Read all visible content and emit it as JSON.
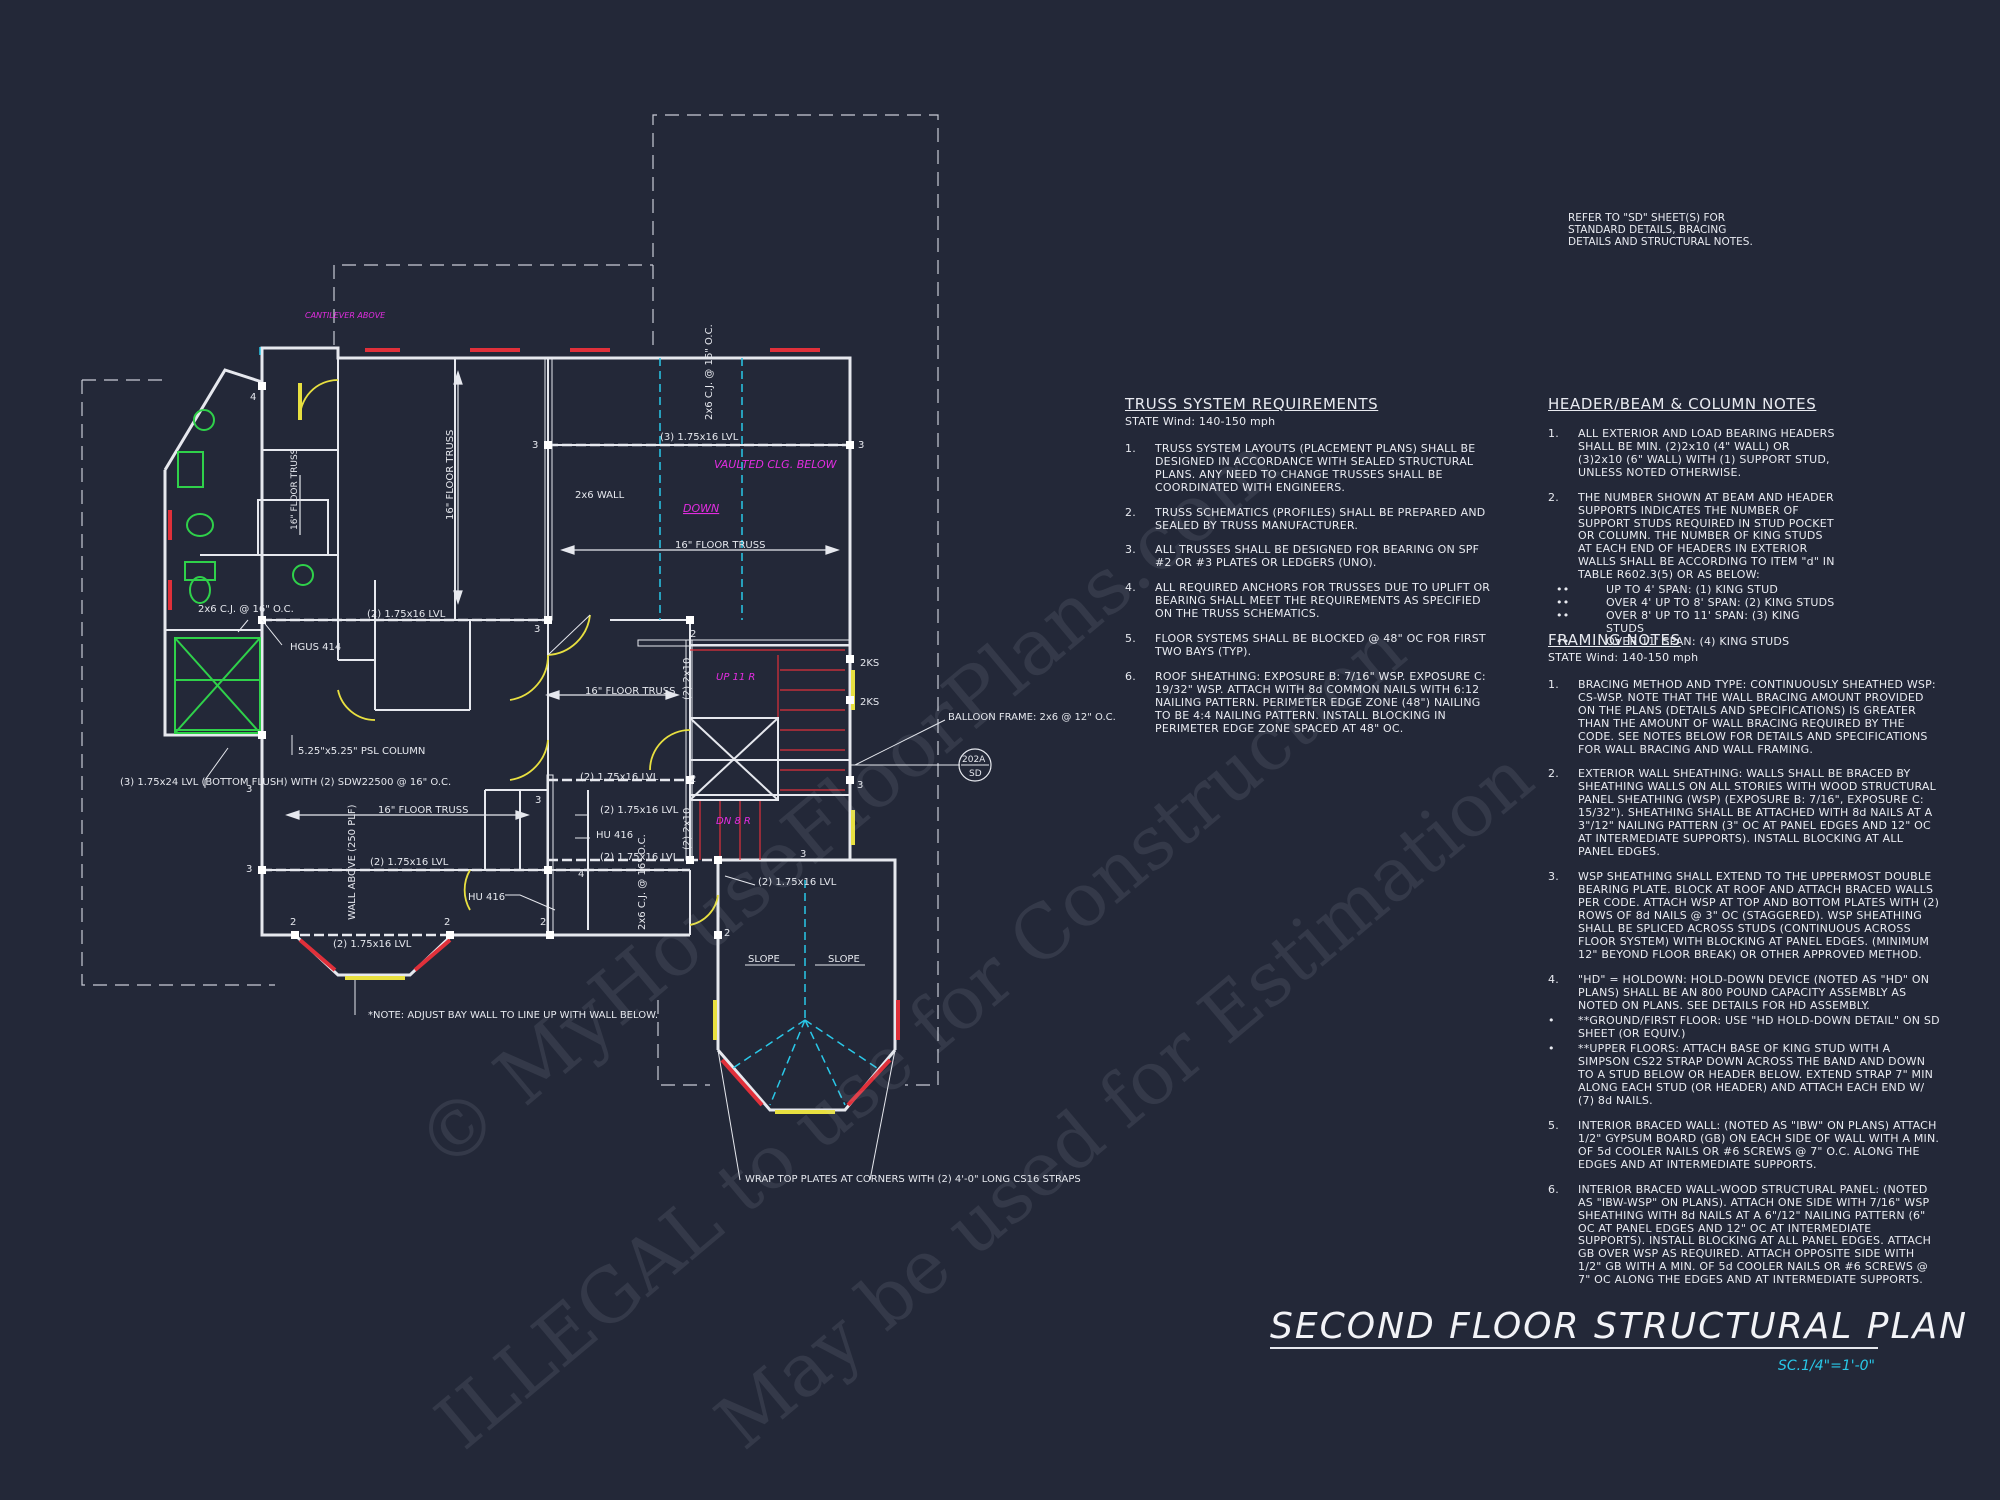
{
  "plan": {
    "title": "SECOND FLOOR STRUCTURAL PLAN",
    "scale": "SC.1/4\"=1'-0\""
  },
  "reference_note": "REFER TO \"SD\" SHEET(S) FOR STANDARD DETAILS, BRACING DETAILS AND STRUCTURAL NOTES.",
  "truss_notes": {
    "heading": "TRUSS SYSTEM REQUIREMENTS",
    "subheading": "STATE Wind: 140-150 mph",
    "items": [
      {
        "num": "1.",
        "text": "TRUSS SYSTEM LAYOUTS (PLACEMENT PLANS) SHALL BE DESIGNED IN ACCORDANCE WITH SEALED STRUCTURAL PLANS. ANY NEED TO CHANGE TRUSSES SHALL BE COORDINATED WITH ENGINEERS."
      },
      {
        "num": "2.",
        "text": "TRUSS SCHEMATICS (PROFILES) SHALL BE PREPARED AND SEALED BY TRUSS MANUFACTURER."
      },
      {
        "num": "3.",
        "text": "ALL TRUSSES SHALL BE DESIGNED FOR BEARING ON SPF #2 OR #3 PLATES OR LEDGERS (UNO)."
      },
      {
        "num": "4.",
        "text": "ALL REQUIRED ANCHORS FOR TRUSSES DUE TO UPLIFT OR BEARING SHALL MEET THE REQUIREMENTS AS SPECIFIED ON THE TRUSS SCHEMATICS."
      },
      {
        "num": "5.",
        "text": "FLOOR SYSTEMS SHALL BE BLOCKED @ 48\" OC FOR FIRST TWO BAYS (TYP)."
      },
      {
        "num": "6.",
        "text": "ROOF SHEATHING: EXPOSURE B: 7/16\" WSP. EXPOSURE C: 19/32\" WSP. ATTACH WITH 8d COMMON NAILS WITH 6:12 NAILING PATTERN. PERIMETER EDGE ZONE (48\") NAILING TO BE 4:4 NAILING PATTERN. INSTALL BLOCKING IN PERIMETER EDGE ZONE SPACED AT 48\" OC."
      }
    ]
  },
  "header_notes": {
    "heading": "HEADER/BEAM & COLUMN NOTES",
    "items": [
      {
        "num": "1.",
        "text": "ALL EXTERIOR AND LOAD BEARING HEADERS SHALL BE MIN. (2)2x10 (4\" WALL) OR (3)2x10 (6\" WALL) WITH (1) SUPPORT STUD, UNLESS NOTED OTHERWISE."
      },
      {
        "num": "2.",
        "text": "THE NUMBER SHOWN AT BEAM AND HEADER SUPPORTS INDICATES THE NUMBER OF SUPPORT STUDS REQUIRED IN STUD POCKET OR COLUMN. THE NUMBER OF KING STUDS AT EACH END OF HEADERS IN EXTERIOR WALLS SHALL BE ACCORDING TO ITEM \"d\" IN TABLE R602.3(5) OR AS BELOW:"
      }
    ],
    "bullets": [
      "UP TO 4' SPAN: (1) KING STUD",
      "OVER 4' UP TO 8' SPAN: (2) KING STUDS",
      "OVER 8' UP TO 11' SPAN: (3) KING STUDS",
      "OVER 11' SPAN: (4) KING STUDS"
    ]
  },
  "framing_notes": {
    "heading": "FRAMING NOTES",
    "subheading": "STATE Wind: 140-150 mph",
    "items": [
      {
        "num": "1.",
        "text": "BRACING METHOD AND TYPE: CONTINUOUSLY SHEATHED WSP: CS-WSP. NOTE THAT THE WALL BRACING AMOUNT PROVIDED ON THE PLANS (DETAILS AND SPECIFICATIONS) IS GREATER THAN THE AMOUNT OF WALL BRACING REQUIRED BY THE CODE. SEE NOTES BELOW FOR DETAILS AND SPECIFICATIONS FOR WALL BRACING AND WALL FRAMING."
      },
      {
        "num": "2.",
        "text": "EXTERIOR WALL SHEATHING: WALLS SHALL BE BRACED BY SHEATHING WALLS ON ALL STORIES WITH WOOD STRUCTURAL PANEL SHEATHING (WSP) (EXPOSURE B: 7/16\", EXPOSURE C: 15/32\"). SHEATHING SHALL BE ATTACHED WITH 8d NAILS AT A 3\"/12\" NAILING PATTERN (3\" OC AT PANEL EDGES AND 12\" OC AT INTERMEDIATE SUPPORTS). INSTALL BLOCKING AT ALL PANEL EDGES."
      },
      {
        "num": "3.",
        "text": "WSP SHEATHING SHALL EXTEND TO THE UPPERMOST DOUBLE BEARING PLATE. BLOCK AT ROOF AND ATTACH BRACED WALLS PER CODE. ATTACH WSP AT TOP AND BOTTOM PLATES WITH (2) ROWS OF 8d NAILS @ 3\" OC (STAGGERED). WSP SHEATHING SHALL BE SPLICED ACROSS STUDS (CONTINUOUS ACROSS FLOOR SYSTEM) WITH BLOCKING AT PANEL EDGES. (MINIMUM 12\" BEYOND FLOOR BREAK) OR OTHER APPROVED METHOD."
      },
      {
        "num": "4.",
        "text": "\"HD\" = HOLDOWN: HOLD-DOWN DEVICE (NOTED AS \"HD\" ON PLANS) SHALL BE AN 800 POUND CAPACITY ASSEMBLY AS NOTED ON PLANS. SEE DETAILS FOR HD ASSEMBLY."
      },
      {
        "num": "•",
        "text": "**GROUND/FIRST FLOOR: USE \"HD HOLD-DOWN DETAIL\" ON SD SHEET (OR EQUIV.)"
      },
      {
        "num": "•",
        "text": "**UPPER FLOORS: ATTACH BASE OF KING STUD WITH A SIMPSON CS22 STRAP DOWN ACROSS THE BAND AND DOWN TO A STUD BELOW OR HEADER BELOW. EXTEND STRAP 7\" MIN ALONG EACH STUD (OR HEADER) AND ATTACH EACH END W/ (7) 8d NAILS."
      },
      {
        "num": "5.",
        "text": "INTERIOR BRACED WALL: (NOTED AS \"IBW\" ON PLANS) ATTACH 1/2\" GYPSUM BOARD (GB) ON EACH SIDE OF WALL WITH A MIN. OF 5d COOLER NAILS OR #6 SCREWS @ 7\" O.C. ALONG THE EDGES AND AT INTERMEDIATE SUPPORTS."
      },
      {
        "num": "6.",
        "text": "INTERIOR BRACED WALL-WOOD STRUCTURAL PANEL: (NOTED AS \"IBW-WSP\" ON PLANS). ATTACH ONE SIDE WITH 7/16\" WSP SHEATHING WITH 8d NAILS AT A 6\"/12\" NAILING PATTERN (6\" OC AT PANEL EDGES AND 12\" OC AT INTERMEDIATE SUPPORTS). INSTALL BLOCKING AT ALL PANEL EDGES. ATTACH GB OVER WSP AS REQUIRED. ATTACH OPPOSITE SIDE WITH 1/2\" GB WITH A MIN. OF 5d COOLER NAILS OR #6 SCREWS @ 7\" OC ALONG THE EDGES AND AT INTERMEDIATE SUPPORTS."
      }
    ]
  },
  "plan_labels": {
    "cantilever": "CANTILEVER ABOVE",
    "vaulted": "VAULTED CLG. BELOW",
    "down": "DOWN",
    "up": "UP 11 R",
    "dn": "DN 8 R",
    "floor_truss_16": "16\" FLOOR TRUSS",
    "lvl_3": "(3) 1.75x16 LVL",
    "lvl_2": "(2) 1.75x16 LVL",
    "cj_2x6_a": "2x6 C.J. @ 16\" O.C.",
    "cj_2x6_b": "2x6 C.J. @ 16\" O.C.",
    "cj_2x6_c": "2x6 C.J. @ 16\" O.C.",
    "wall_2x6": "2x6 WALL",
    "hgus": "HGUS 414",
    "psl": "5.25\"x5.25\" PSL COLUMN",
    "lvl_bottom": "(3) 1.75x24 LVL (BOTTOM FLUSH) WITH (2) SDW22500 @ 16\" O.C.",
    "hu416": "HU 416",
    "hu416b": "HU 416",
    "wall_above": "WALL ABOVE (250 PLF)",
    "balloon": "BALLOON FRAME: 2x6 @ 12\" O.C.",
    "detail_top": "202A",
    "detail_bottom": "SD",
    "bay_note": "*NOTE: ADJUST BAY WALL TO LINE UP WITH WALL BELOW.",
    "wrap_note": "WRAP TOP PLATES AT CORNERS WITH (2) 4'-0\" LONG CS16 STRAPS",
    "slope": "SLOPE",
    "stair_2x10": "(2) 2x10",
    "ks2": "2KS",
    "n2": "2",
    "n3": "3",
    "n4": "4"
  },
  "watermark": {
    "line1": "© MyHouseFloorPlans.com",
    "line2": "ILLEGAL to use for Construction",
    "line3": "May be used for Estimation"
  },
  "colors": {
    "background": "#232838",
    "line": "#e6e8ee",
    "cyan": "#29c8e8",
    "magenta": "#e22de0",
    "red": "#e0303a",
    "green": "#2fd14a",
    "yellow": "#e8e040"
  }
}
